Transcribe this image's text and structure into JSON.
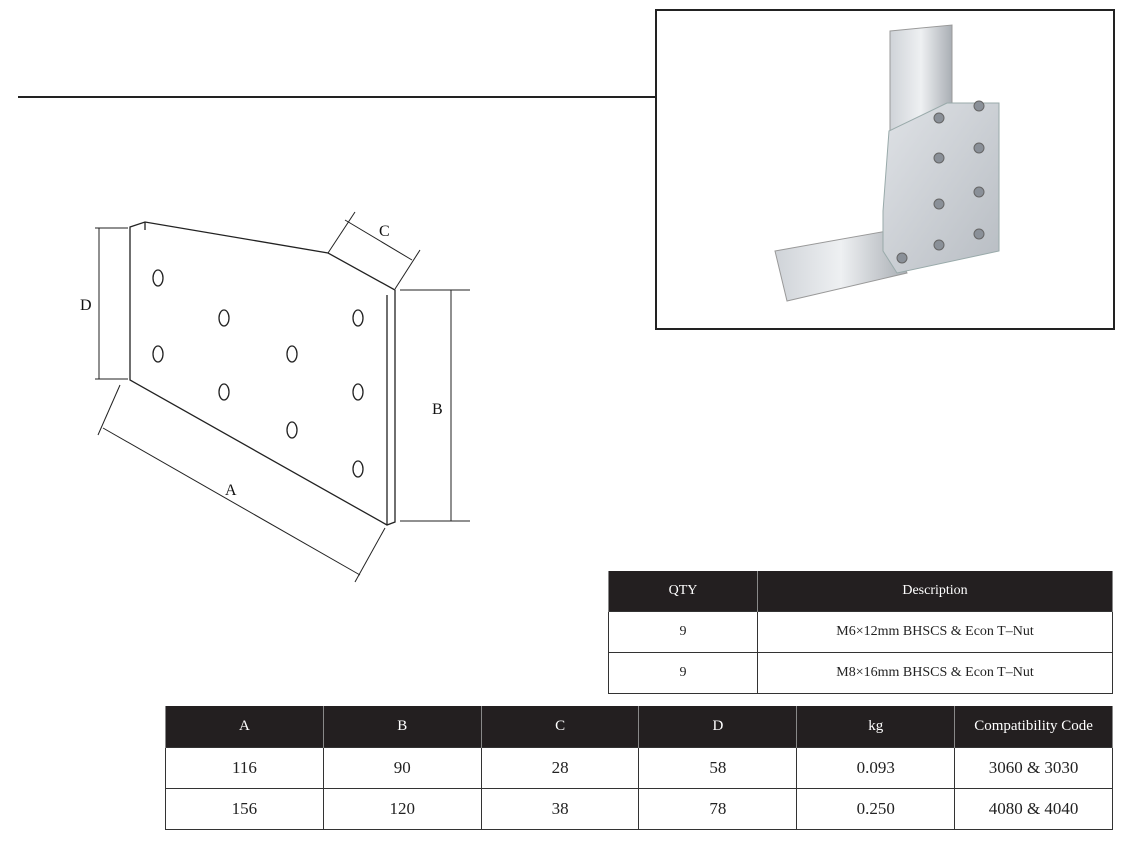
{
  "drawing": {
    "labels": {
      "a": "A",
      "b": "B",
      "c": "C",
      "d": "D"
    }
  },
  "hardware_table": {
    "headers": [
      "QTY",
      "Description"
    ],
    "rows": [
      [
        "9",
        "M6×12mm BHSCS & Econ T–Nut"
      ],
      [
        "9",
        "M8×16mm BHSCS & Econ T–Nut"
      ]
    ]
  },
  "spec_table": {
    "headers": [
      "A",
      "B",
      "C",
      "D",
      "kg",
      "Compatibility Code"
    ],
    "rows": [
      [
        "116",
        "90",
        "28",
        "58",
        "0.093",
        "3060 & 3030"
      ],
      [
        "156",
        "120",
        "38",
        "78",
        "0.250",
        "4080 & 4040"
      ]
    ]
  }
}
